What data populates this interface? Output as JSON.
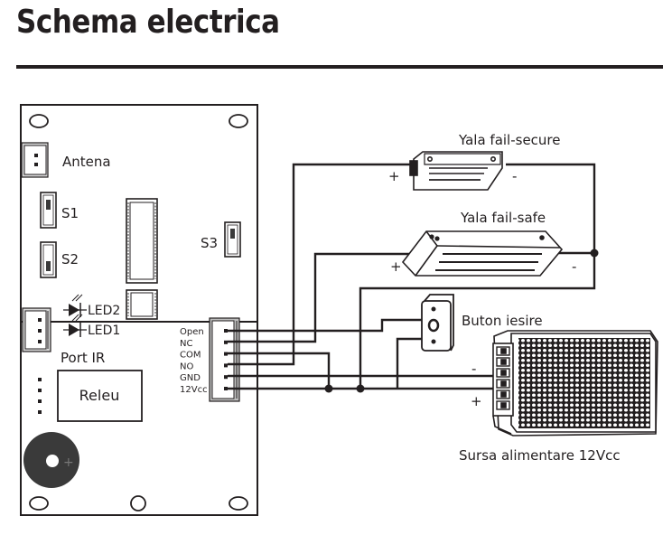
{
  "page": {
    "title": "Schema electrica"
  },
  "board": {
    "labels": {
      "antenna": "Antena",
      "s1": "S1",
      "s2": "S2",
      "s3": "S3",
      "led2": "LED2",
      "led1": "LED1",
      "port_ir": "Port IR",
      "relay": "Releu",
      "buzzer_plus": "+"
    },
    "terminal_pins": [
      "Open",
      "NC",
      "COM",
      "NO",
      "GND",
      "12Vcc"
    ]
  },
  "devices": {
    "fail_secure": {
      "label": "Yala fail-secure",
      "plus": "+",
      "minus": "-"
    },
    "fail_safe": {
      "label": "Yala fail-safe",
      "plus": "+",
      "minus": "-"
    },
    "exit_button": {
      "label": "Buton iesire"
    },
    "power_supply": {
      "label": "Sursa alimentare 12Vcc",
      "plus": "+",
      "minus": "-"
    }
  },
  "colors": {
    "ink": "#231f20",
    "buzzer": "#3a3a3a",
    "connector_fill": "#bdbdbd"
  }
}
